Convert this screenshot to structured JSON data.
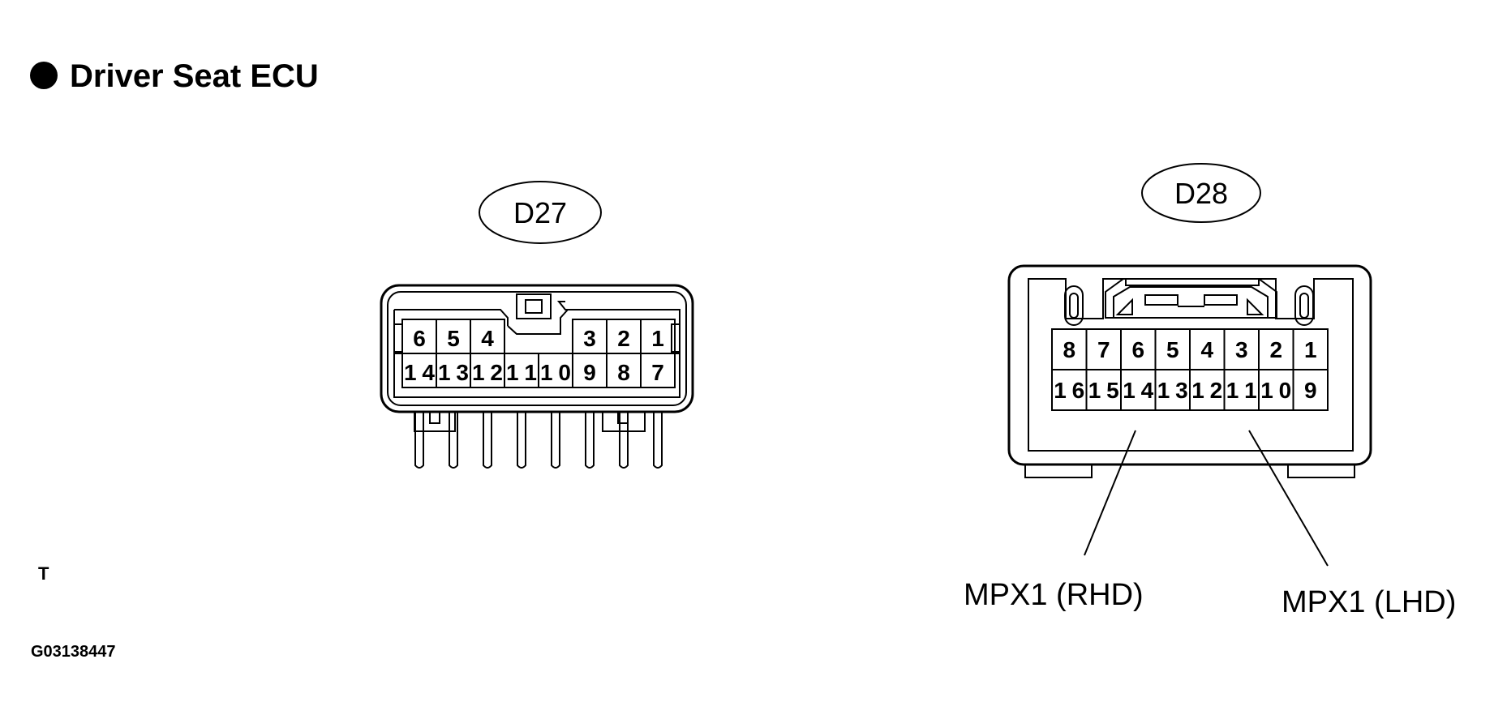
{
  "title": "Driver Seat ECU",
  "marker": "T",
  "figure_id": "G03138447",
  "connectors": {
    "d27": {
      "label": "D27",
      "top_row": [
        "6",
        "5",
        "4",
        "3",
        "2",
        "1"
      ],
      "bottom_row": [
        "14",
        "13",
        "12",
        "11",
        "10",
        "9",
        "8",
        "7"
      ]
    },
    "d28": {
      "label": "D28",
      "top_row": [
        "8",
        "7",
        "6",
        "5",
        "4",
        "3",
        "2",
        "1"
      ],
      "bottom_row": [
        "16",
        "15",
        "14",
        "13",
        "12",
        "11",
        "10",
        "9"
      ]
    }
  },
  "callouts": {
    "rhd": "MPX1 (RHD)",
    "lhd": "MPX1 (LHD)"
  }
}
